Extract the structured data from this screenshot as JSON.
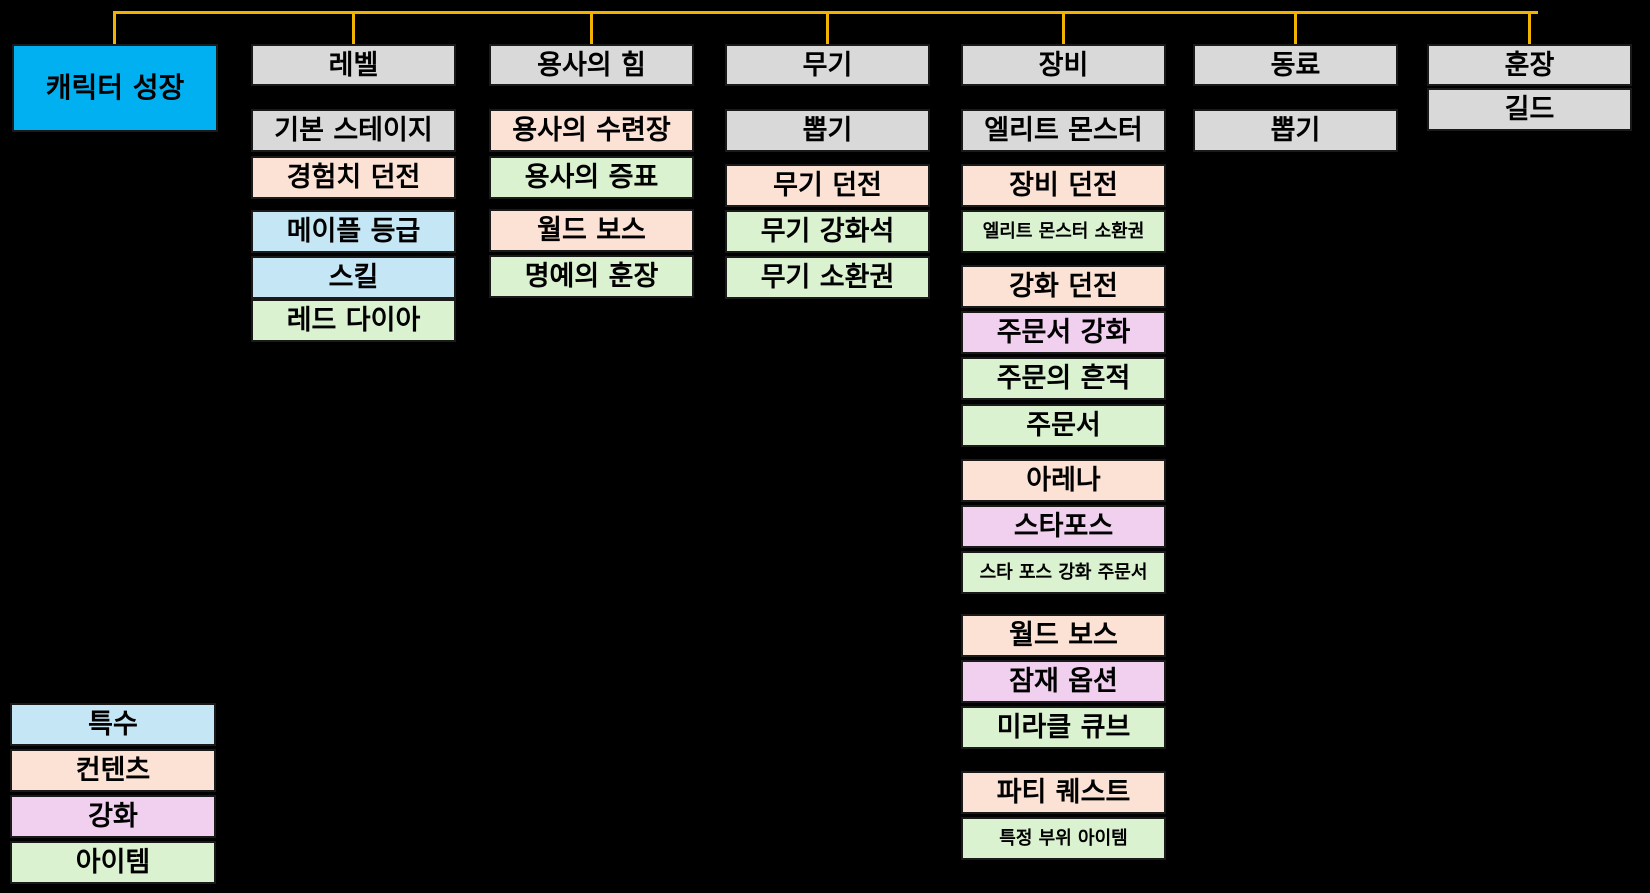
{
  "colors": {
    "background": "#000000",
    "connector": "#f0b400",
    "root": "#00b0f0",
    "category": "#d9d9d9",
    "special": "#c5e6f5",
    "content": "#fbe2d5",
    "enhance": "#f0cfef",
    "item": "#daf2d0"
  },
  "root": {
    "label": "캐릭터 성장"
  },
  "categories": [
    {
      "label": "레벨",
      "items": [
        {
          "label": "기본 스테이지",
          "kind": "category"
        },
        {
          "label": "경험치 던전",
          "kind": "content"
        },
        {
          "label": "메이플 등급",
          "kind": "special"
        },
        {
          "label": "스킬",
          "kind": "special"
        },
        {
          "label": "레드 다이아",
          "kind": "item"
        }
      ]
    },
    {
      "label": "용사의 힘",
      "items": [
        {
          "label": "용사의 수련장",
          "kind": "content"
        },
        {
          "label": "용사의 증표",
          "kind": "item"
        },
        {
          "label": "월드 보스",
          "kind": "content"
        },
        {
          "label": "명예의 훈장",
          "kind": "item"
        }
      ]
    },
    {
      "label": "무기",
      "items": [
        {
          "label": "뽑기",
          "kind": "category"
        },
        {
          "label": "무기 던전",
          "kind": "content"
        },
        {
          "label": "무기 강화석",
          "kind": "item"
        },
        {
          "label": "무기 소환권",
          "kind": "item"
        }
      ]
    },
    {
      "label": "장비",
      "items": [
        {
          "label": "엘리트 몬스터",
          "kind": "category"
        },
        {
          "label": "장비 던전",
          "kind": "content"
        },
        {
          "label": "엘리트 몬스터 소환권",
          "kind": "item"
        },
        {
          "label": "강화 던전",
          "kind": "content"
        },
        {
          "label": "주문서 강화",
          "kind": "enhance"
        },
        {
          "label": "주문의 흔적",
          "kind": "item"
        },
        {
          "label": "주문서",
          "kind": "item"
        },
        {
          "label": "아레나",
          "kind": "content"
        },
        {
          "label": "스타포스",
          "kind": "enhance"
        },
        {
          "label": "스타 포스 강화 주문서",
          "kind": "item"
        },
        {
          "label": "월드 보스",
          "kind": "content"
        },
        {
          "label": "잠재 옵션",
          "kind": "enhance"
        },
        {
          "label": "미라클 큐브",
          "kind": "item"
        },
        {
          "label": "파티 퀘스트",
          "kind": "content"
        },
        {
          "label": "특정 부위 아이템",
          "kind": "item"
        }
      ]
    },
    {
      "label": "동료",
      "items": [
        {
          "label": "뽑기",
          "kind": "category"
        }
      ]
    },
    {
      "label": "훈장",
      "items": [
        {
          "label": "길드",
          "kind": "category"
        }
      ]
    }
  ],
  "legend": [
    {
      "label": "특수",
      "kind": "special"
    },
    {
      "label": "컨텐츠",
      "kind": "content"
    },
    {
      "label": "강화",
      "kind": "enhance"
    },
    {
      "label": "아이템",
      "kind": "item"
    }
  ]
}
